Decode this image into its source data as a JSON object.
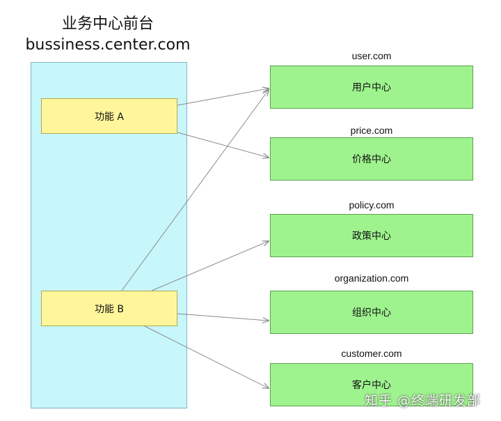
{
  "frontend": {
    "title_cn": "业务中心前台",
    "title_domain": "bussiness.center.com",
    "features": [
      {
        "label": "功能 A"
      },
      {
        "label": "功能 B"
      }
    ]
  },
  "services": [
    {
      "domain": "user.com",
      "label": "用户中心"
    },
    {
      "domain": "price.com",
      "label": "价格中心"
    },
    {
      "domain": "policy.com",
      "label": "政策中心"
    },
    {
      "domain": "organization.com",
      "label": "组织中心"
    },
    {
      "domain": "customer.com",
      "label": "客户中心"
    }
  ],
  "connections": [
    {
      "from": "功能 A",
      "to": "用户中心"
    },
    {
      "from": "功能 A",
      "to": "价格中心"
    },
    {
      "from": "功能 B",
      "to": "用户中心"
    },
    {
      "from": "功能 B",
      "to": "政策中心"
    },
    {
      "from": "功能 B",
      "to": "组织中心"
    },
    {
      "from": "功能 B",
      "to": "客户中心"
    }
  ],
  "watermark": "知乎 @终端研发部",
  "colors": {
    "frontend_panel": "#c7f6fb",
    "feature_box": "#fff69c",
    "service_box": "#9ef38e",
    "connector": "#8a8a8a"
  }
}
